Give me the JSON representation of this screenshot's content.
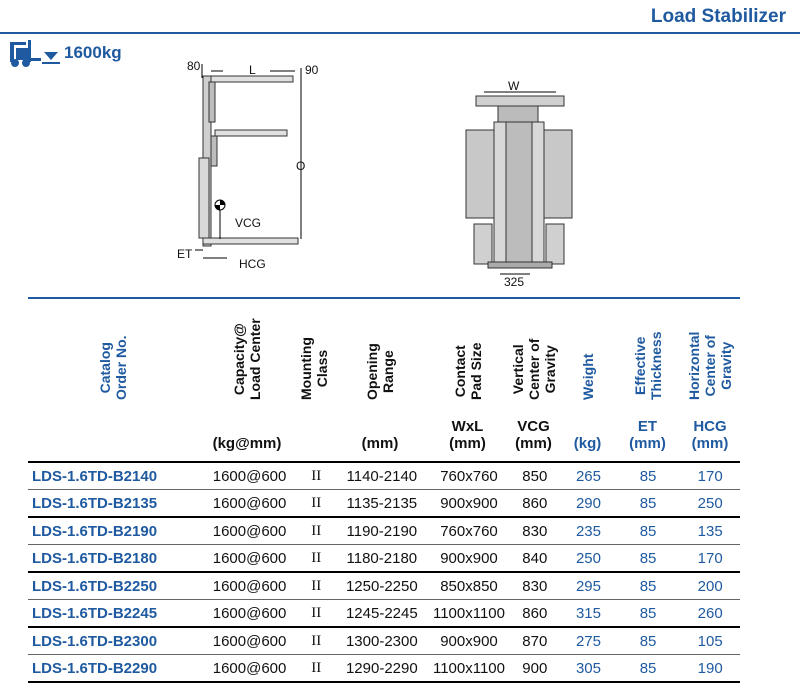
{
  "header": {
    "title": "Load Stabilizer",
    "capacity": "1600kg",
    "capacity_icon": "forklift-icon"
  },
  "diagram_side": {
    "labels": {
      "d80": "80",
      "L": "L",
      "d90": "90",
      "O": "O",
      "VCG": "VCG",
      "ET": "ET",
      "HCG": "HCG"
    }
  },
  "diagram_front": {
    "labels": {
      "W": "W",
      "d325": "325"
    }
  },
  "columns": [
    {
      "key": "catalog",
      "label_lines": [
        "Catalog",
        "Order No."
      ],
      "unit_lines": [],
      "color": "blue"
    },
    {
      "key": "capacity",
      "label_lines": [
        "Capacity@",
        "Load Center"
      ],
      "unit_lines": [
        "(kg@mm)"
      ],
      "color": "black"
    },
    {
      "key": "mounting",
      "label_lines": [
        "Mounting",
        "Class"
      ],
      "unit_lines": [],
      "color": "black"
    },
    {
      "key": "opening",
      "label_lines": [
        "Opening",
        "Range"
      ],
      "unit_lines": [
        "(mm)"
      ],
      "color": "black"
    },
    {
      "key": "pad",
      "label_lines": [
        "Contact",
        "Pad Size"
      ],
      "unit_lines": [
        "WxL",
        "(mm)"
      ],
      "color": "black"
    },
    {
      "key": "vcg",
      "label_lines": [
        "Vertical",
        "Center of",
        "Gravity"
      ],
      "unit_lines": [
        "VCG",
        "(mm)"
      ],
      "color": "black"
    },
    {
      "key": "weight",
      "label_lines": [
        "Weight"
      ],
      "unit_lines": [
        "(kg)"
      ],
      "color": "blue"
    },
    {
      "key": "et",
      "label_lines": [
        "Effective",
        "Thickness"
      ],
      "unit_lines": [
        "ET",
        "(mm)"
      ],
      "color": "blue"
    },
    {
      "key": "hcg",
      "label_lines": [
        "Horizontal",
        "Center of",
        "Gravity"
      ],
      "unit_lines": [
        "HCG",
        "(mm)"
      ],
      "color": "blue"
    }
  ],
  "rows": [
    {
      "catalog": "LDS-1.6TD-B2140",
      "capacity": "1600@600",
      "mounting": "II",
      "opening": "1140-2140",
      "pad": "760x760",
      "vcg": "850",
      "weight": "265",
      "et": "85",
      "hcg": "170"
    },
    {
      "catalog": "LDS-1.6TD-B2135",
      "capacity": "1600@600",
      "mounting": "II",
      "opening": "1135-2135",
      "pad": "900x900",
      "vcg": "860",
      "weight": "290",
      "et": "85",
      "hcg": "250"
    },
    {
      "catalog": "LDS-1.6TD-B2190",
      "capacity": "1600@600",
      "mounting": "II",
      "opening": "1190-2190",
      "pad": "760x760",
      "vcg": "830",
      "weight": "235",
      "et": "85",
      "hcg": "135"
    },
    {
      "catalog": "LDS-1.6TD-B2180",
      "capacity": "1600@600",
      "mounting": "II",
      "opening": "1180-2180",
      "pad": "900x900",
      "vcg": "840",
      "weight": "250",
      "et": "85",
      "hcg": "170"
    },
    {
      "catalog": "LDS-1.6TD-B2250",
      "capacity": "1600@600",
      "mounting": "II",
      "opening": "1250-2250",
      "pad": "850x850",
      "vcg": "830",
      "weight": "295",
      "et": "85",
      "hcg": "200"
    },
    {
      "catalog": "LDS-1.6TD-B2245",
      "capacity": "1600@600",
      "mounting": "II",
      "opening": "1245-2245",
      "pad": "1100x1100",
      "vcg": "860",
      "weight": "315",
      "et": "85",
      "hcg": "260"
    },
    {
      "catalog": "LDS-1.6TD-B2300",
      "capacity": "1600@600",
      "mounting": "II",
      "opening": "1300-2300",
      "pad": "900x900",
      "vcg": "870",
      "weight": "275",
      "et": "85",
      "hcg": "105"
    },
    {
      "catalog": "LDS-1.6TD-B2290",
      "capacity": "1600@600",
      "mounting": "II",
      "opening": "1290-2290",
      "pad": "1100x1100",
      "vcg": "900",
      "weight": "305",
      "et": "85",
      "hcg": "190"
    }
  ]
}
